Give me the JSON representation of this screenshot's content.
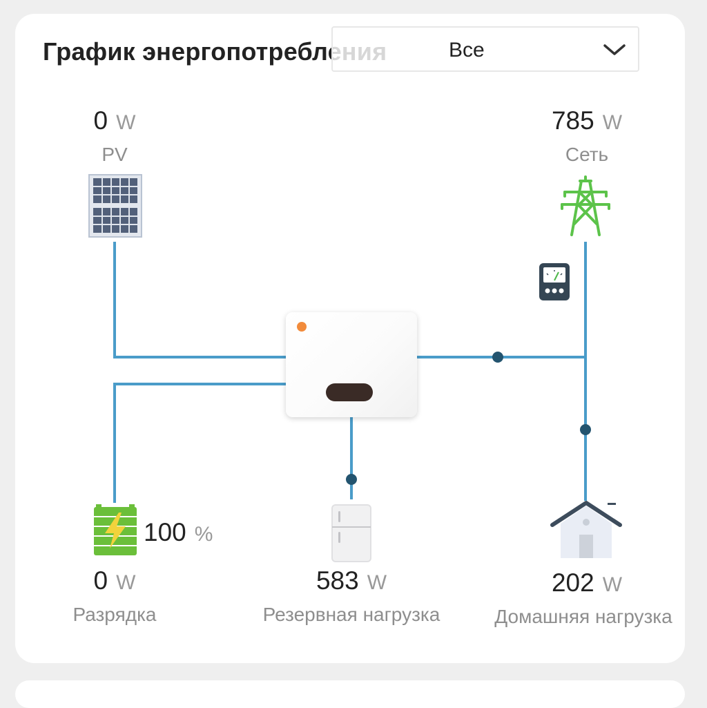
{
  "header": {
    "title": "График энергопотребления",
    "filter": {
      "value": "Все"
    }
  },
  "flow": {
    "pv": {
      "value": "0",
      "unit": "W",
      "label": "PV"
    },
    "grid": {
      "value": "785",
      "unit": "W",
      "label": "Сеть"
    },
    "battery": {
      "soc": "100",
      "soc_unit": "%",
      "value": "0",
      "unit": "W",
      "label": "Разрядка"
    },
    "backup_load": {
      "value": "583",
      "unit": "W",
      "label": "Резервная нагрузка"
    },
    "home_load": {
      "value": "202",
      "unit": "W",
      "label": "Домашняя нагрузка"
    }
  },
  "icons": {
    "pv": "solar-panel-icon",
    "grid": "power-tower-icon",
    "meter": "energy-meter-icon",
    "inverter": "inverter-icon",
    "battery": "battery-icon",
    "backup": "refrigerator-icon",
    "home": "house-icon",
    "dropdown": "chevron-down-icon"
  },
  "colors": {
    "line": "#4a9cc9",
    "dot": "#23546f",
    "grid_tower": "#5cc34a",
    "battery": "#6bbf3a",
    "inverter_led": "#f28b3b"
  }
}
